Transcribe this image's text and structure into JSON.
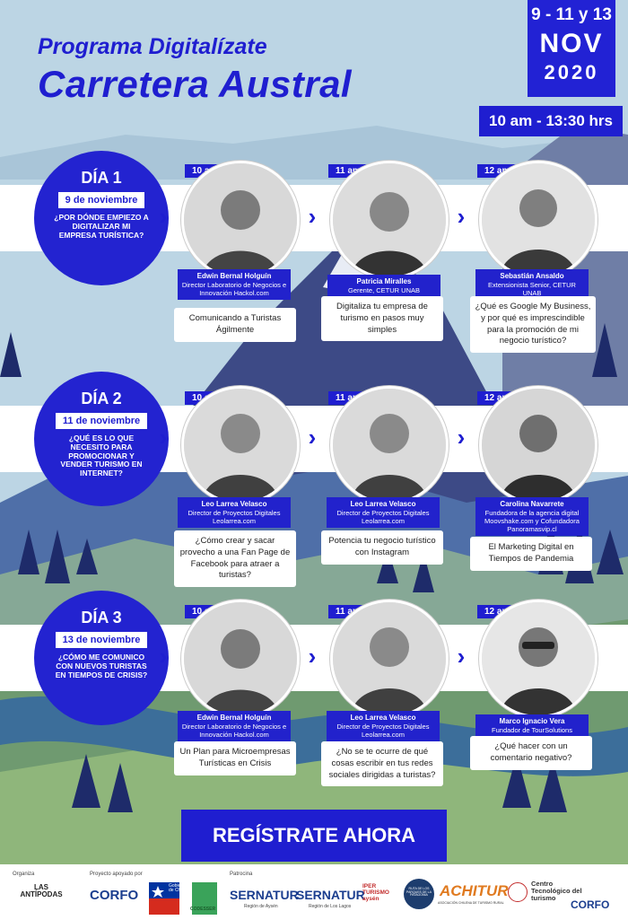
{
  "title": {
    "subtitle": "Programa Digitalízate",
    "main": "Carretera Austral"
  },
  "dates": {
    "days": "9 - 11 y 13",
    "month": "NOV",
    "year": "2020"
  },
  "time_range": "10 am - 13:30 hrs",
  "days": [
    {
      "label": "DÍA 1",
      "date": "9 de noviembre",
      "question": "¿Por dónde empiezo a digitalizar mi empresa turística?",
      "sessions": [
        {
          "time": "10 am",
          "name": "Edwin Bernal Holguín",
          "role": "Director Laboratorio de Negocios e Innovación Hackol.com",
          "topic": "Comunicando a Turistas Ágilmente"
        },
        {
          "time": "11 am",
          "name": "Patricia Miralles",
          "role": "Gerente, CETUR UNAB",
          "topic": "Digitaliza tu empresa de turismo en pasos muy simples"
        },
        {
          "time": "12 am",
          "name": "Sebastián Ansaldo",
          "role": "Extensionista Senior, CETUR UNAB",
          "topic": "¿Qué es Google My Business, y por qué es imprescindible para la promoción de mi negocio turístico?"
        }
      ]
    },
    {
      "label": "DÍA 2",
      "date": "11 de noviembre",
      "question": "¿Qué es lo que necesito para promocionar y vender turismo en internet?",
      "sessions": [
        {
          "time": "10 am",
          "name": "Leo Larrea Velasco",
          "role": "Director de Proyectos Digitales Leolarrea.com",
          "topic": "¿Cómo crear y sacar provecho a una Fan Page de Facebook para atraer a turistas?"
        },
        {
          "time": "11 am",
          "name": "Leo Larrea Velasco",
          "role": "Director de Proyectos Digitales Leolarrea.com",
          "topic": "Potencia tu negocio turístico con Instagram"
        },
        {
          "time": "12 am",
          "name": "Carolina Navarrete",
          "role": "Fundadora de la agencia digital Moovshake.com y Cofundadora Panoramasvip.cl",
          "topic": "El Marketing Digital en Tiempos de Pandemia"
        }
      ]
    },
    {
      "label": "DÍA 3",
      "date": "13 de noviembre",
      "question": "¿Cómo me comunico con nuevos turistas en tiempos de crisis?",
      "sessions": [
        {
          "time": "10 am",
          "name": "Edwin Bernal Holguín",
          "role": "Director Laboratorio de Negocios e Innovación Hackol.com",
          "topic": "Un Plan para Microempresas Turísticas en Crisis"
        },
        {
          "time": "11 am",
          "name": "Leo Larrea Velasco",
          "role": "Director de Proyectos Digitales Leolarrea.com",
          "topic": "¿No se te ocurre de qué cosas escribir en tus redes sociales dirigidas a turistas?"
        },
        {
          "time": "12 am",
          "name": "Marco Ignacio Vera",
          "role": "Fundador de TourSolutions",
          "topic": "¿Qué hacer con un comentario negativo?"
        }
      ]
    }
  ],
  "cta": "REGÍSTRATE AHORA",
  "footer": {
    "organiza": "Organiza",
    "proyecto": "Proyecto apoyado por",
    "patrocina": "Patrocina",
    "logos": [
      "LAS ANTÍPODAS",
      "CORFO",
      "Gobierno de Chile",
      "CODESSER",
      "SERNATUR",
      "SERNATUR",
      "IPER TURISMO aysén",
      "RUTA DE LOS PARQUES DE LA PATAGONIA",
      "ACHITUR",
      "Centro Tecnológico del turismo",
      "CORFO"
    ],
    "sub": {
      "sernatur1": "Región de Aysén",
      "sernatur2": "Región de Los Lagos",
      "achitur": "ASOCIACIÓN CHILENA DE TURISMO RURAL"
    }
  },
  "colors": {
    "brand_blue": "#1f1ed0",
    "sky": "#bcd5e4",
    "mountain": "#3d4a86"
  }
}
